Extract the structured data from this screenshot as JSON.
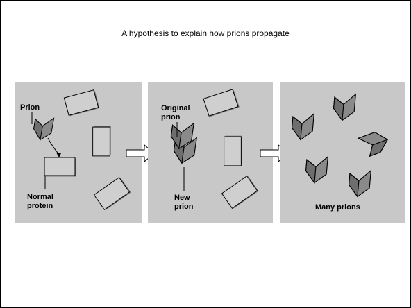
{
  "title": "A hypothesis to explain how prions propagate",
  "panels": {
    "first": {
      "prion_label": "Prion",
      "protein_label_line1": "Normal",
      "protein_label_line2": "protein"
    },
    "second": {
      "original_line1": "Original",
      "original_line2": "prion",
      "new_line1": "New",
      "new_line2": "prion"
    },
    "third": {
      "many_label": "Many prions"
    }
  },
  "colors": {
    "panel_bg": "#c8c8c8",
    "normal_protein_fill": "#cfcfcf",
    "prion_fill": "#8a8a8a",
    "arrow_fill": "#ffffff"
  }
}
